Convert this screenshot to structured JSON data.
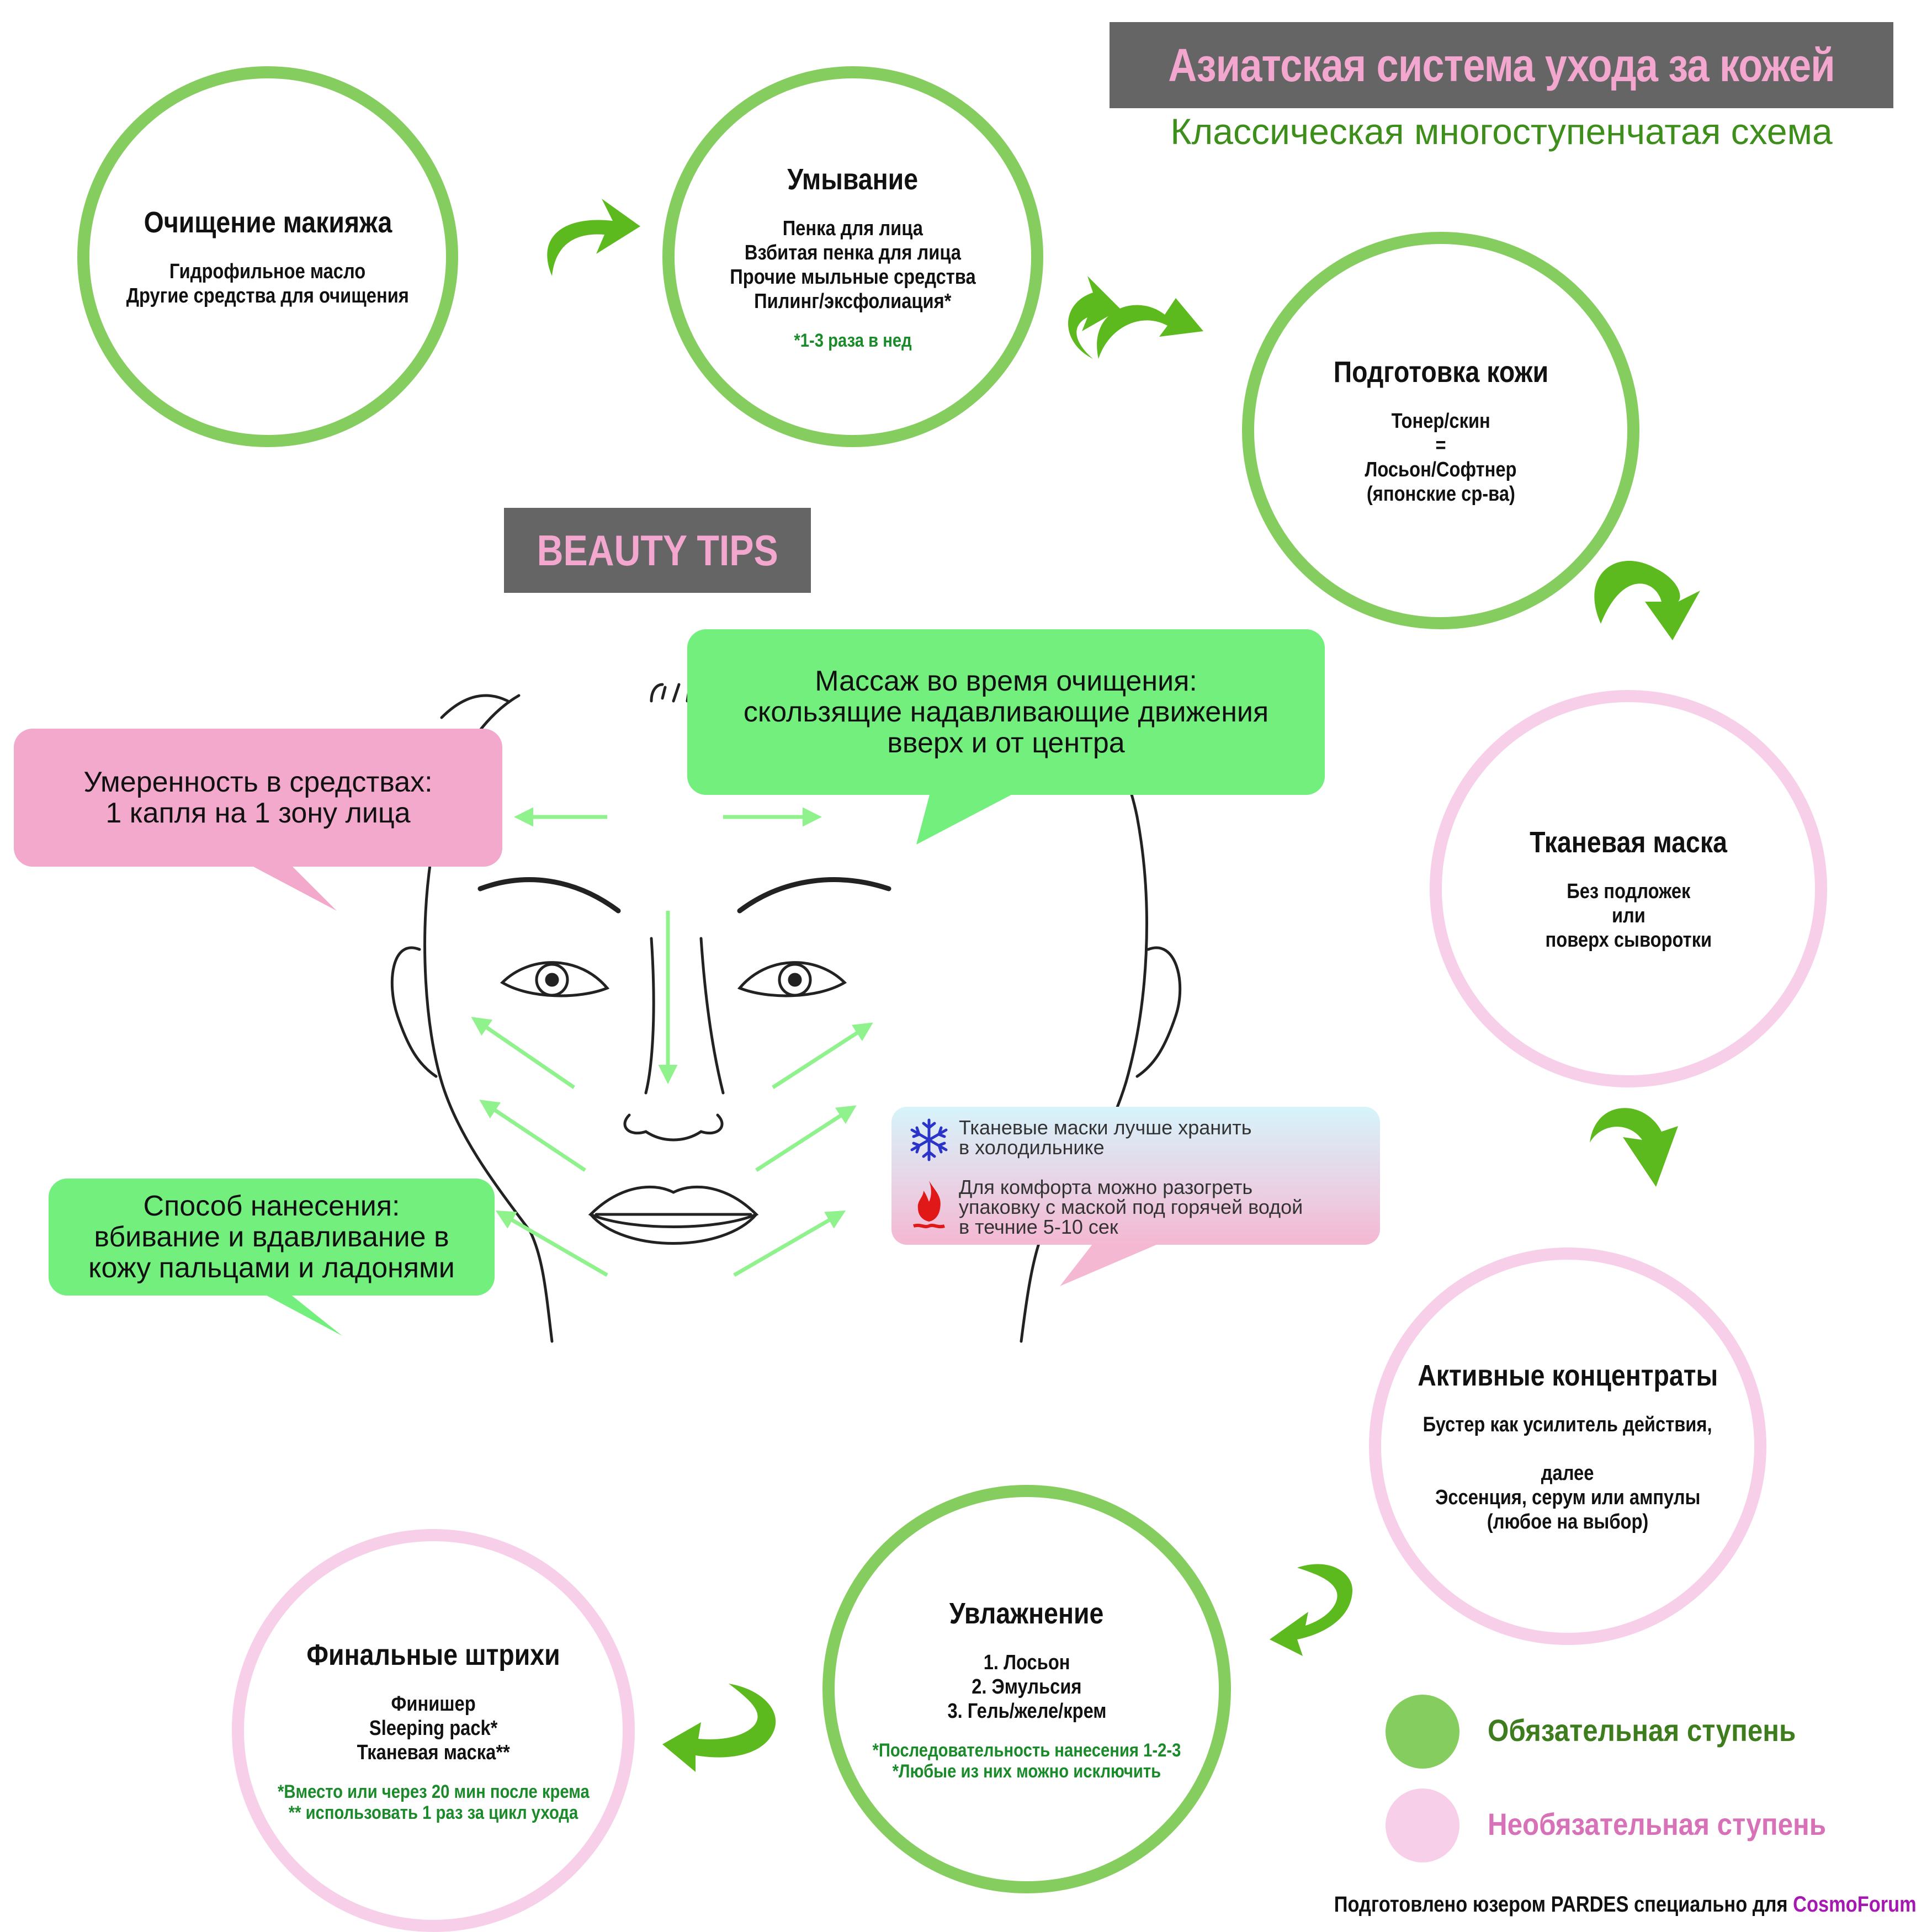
{
  "header": {
    "title": "Азиатская система ухода за кожей",
    "subtitle": "Классическая многоступенчатая схема"
  },
  "tips": {
    "label": "BEAUTY TIPS"
  },
  "colors": {
    "required": "#86cd60",
    "optional": "#f8cfe9",
    "arrow": "#5cb91e",
    "bubble_green": "#72ef7c",
    "bubble_pink": "#f3a9cb",
    "title_bg": "#656565",
    "title_text": "#f3a6ce"
  },
  "steps": [
    {
      "title": "Очищение макияжа",
      "lines": [
        "Гидрофильное масло",
        "Другие средства для очищения"
      ],
      "note": []
    },
    {
      "title": "Умывание",
      "lines": [
        "Пенка для лица",
        "Взбитая пенка для лица",
        "Прочие мыльные средства",
        "Пилинг/эксфолиация*"
      ],
      "note": [
        "*1-3 раза в нед"
      ]
    },
    {
      "title": "Подготовка кожи",
      "lines": [
        "Тонер/скин",
        "=",
        "Лосьон/Софтнер",
        "(японские ср-ва)"
      ],
      "note": []
    },
    {
      "title": "Тканевая маска",
      "lines": [
        "Без подложек",
        "или",
        "поверх сыворотки"
      ],
      "note": []
    },
    {
      "title": "Активные концентраты",
      "lines": [
        "Бустер как усилитель действия,",
        "",
        "далее",
        "Эссенция, серум или ампулы",
        "(любое на выбор)"
      ],
      "note": []
    },
    {
      "title": "Увлажнение",
      "lines": [
        "1. Лосьон",
        "2. Эмульсия",
        "3. Гель/желе/крем"
      ],
      "note": [
        "*Последовательность нанесения 1-2-3",
        "*Любые из них можно исключить"
      ]
    },
    {
      "title": "Финальные штрихи",
      "lines": [
        "Финишер",
        "Sleeping pack*",
        "Тканевая маска**"
      ],
      "note": [
        "*Вместо или через 20 мин после крема",
        "** использовать 1 раз за цикл ухода"
      ]
    }
  ],
  "bubbles": {
    "massage": [
      "Массаж во время очищения:",
      "скользящие надавливающие движения",
      "вверх и от центра"
    ],
    "moderation": [
      "Умеренность в средствах:",
      "1 капля на 1 зону лица"
    ],
    "application": [
      "Способ нанесения:",
      "вбивание и вдавливание в",
      "кожу пальцами и ладонями"
    ],
    "mask_notes": {
      "cold": [
        "Тканевые маски лучше хранить",
        "в холодильнике"
      ],
      "warm": [
        "Для комфорта можно разогреть",
        "упаковку с маской под горячей водой",
        "в течние 5-10 сек"
      ],
      "cold_icon": "snowflake-icon",
      "warm_icon": "flame-icon"
    }
  },
  "legend": {
    "required": "Обязательная ступень",
    "optional": "Необязательная ступень"
  },
  "footer": {
    "prefix": "Подготовлено юзером PARDES специально для ",
    "brand": "CosmoForum"
  }
}
